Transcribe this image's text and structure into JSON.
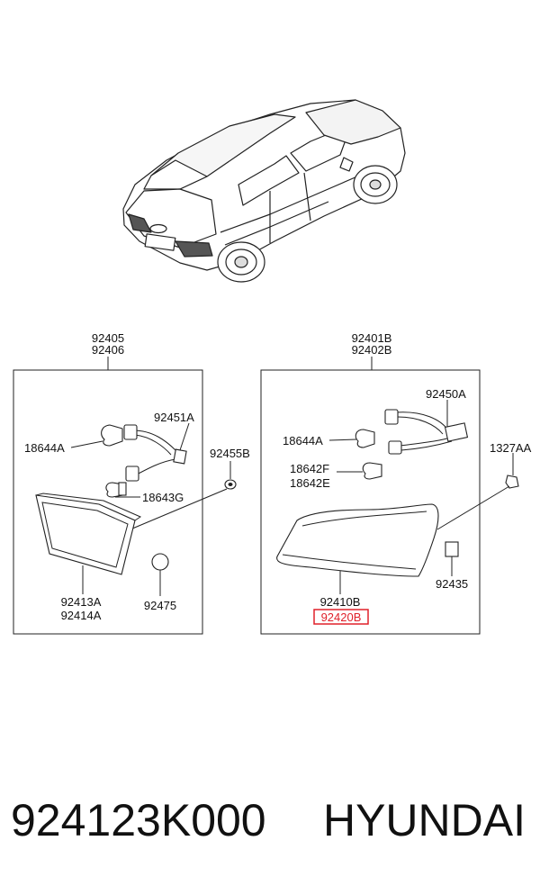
{
  "diagram": {
    "left_assembly": {
      "assembly_numbers": [
        "92405",
        "92406"
      ],
      "labels": {
        "bulb_a": "18644A",
        "socket_a": "92451A",
        "grommet": "92455B",
        "bulb_g": "18643G",
        "lens_a": "92413A",
        "lens_b": "92414A",
        "cap": "92475"
      }
    },
    "right_assembly": {
      "assembly_numbers": [
        "92401B",
        "92402B"
      ],
      "labels": {
        "harness": "92450A",
        "bulb_a": "18644A",
        "screw": "1327AA",
        "bulb_f": "18642F",
        "bulb_e": "18642E",
        "pad": "92435",
        "lamp_a": "92410B",
        "lamp_b": "92420B"
      }
    },
    "highlight_color": "#e0202a"
  },
  "footer": {
    "part_number": "924123K000",
    "brand": "HYUNDAI"
  }
}
